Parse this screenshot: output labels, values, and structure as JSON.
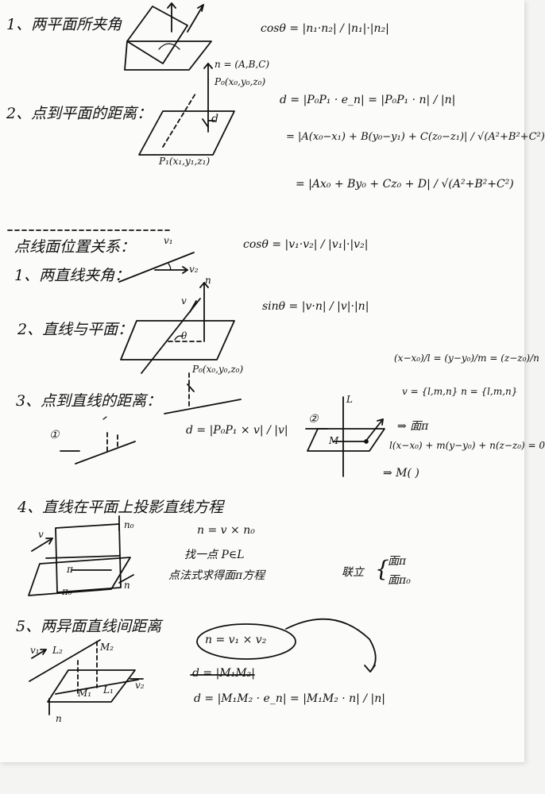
{
  "page": {
    "sections_top": [
      {
        "label": "1、两平面所夹角",
        "formula": "cosθ = |n₁·n₂| / |n₁|·|n₂|"
      },
      {
        "label": "2、点到平面的距离：",
        "point_P0": "P₀(x₀,y₀,z₀)",
        "point_P1": "P₁(x₁,y₁,z₁)",
        "normal_label": "n = (A,B,C)",
        "d_label": "d",
        "formula_line1": "d = |P₀P₁ · e_n| = |P₀P₁ · n| / |n|",
        "formula_line2": "= |A(x₀−x₁) + B(y₀−y₁) + C(z₀−z₁)| / √(A²+B²+C²)",
        "formula_line3": "= |Ax₀ + By₀ + Cz₀ + D| / √(A²+B²+C²)"
      }
    ],
    "divider_title": "点线面位置关系：",
    "sections_bottom": [
      {
        "label": "1、两直线夹角：",
        "vec1": "v₁",
        "vec2": "v₂",
        "formula": "cosθ = |v₁·v₂| / |v₁|·|v₂|"
      },
      {
        "label": "2、直线与平面：",
        "vec_v": "v",
        "vec_n": "n",
        "angle": "θ",
        "formula": "sinθ = |v·n| / |v|·|n|"
      },
      {
        "label": "3、点到直线的距离：",
        "line_eq": "(x−x₀)/l = (y−y₀)/m = (z−z₀)/n",
        "vectors": "v = {l,m,n}  n = {l,m,n}",
        "point": "P₀(x₀,y₀,z₀)",
        "method1_marker": "①",
        "method1_formula": "d = |P₀P₁ × v| / |v|",
        "method2_marker": "②",
        "method2_plane": "⇒ 面π",
        "method2_eq": "l(x−x₀) + m(y−y₀) + n(z−z₀) = 0",
        "method2_result": "⇒ M(     )",
        "L_label": "L",
        "M_label": "M"
      },
      {
        "label": "4、直线在平面上投影直线方程",
        "n_formula": "n = v × n₀",
        "step1": "找一点 P∈L",
        "step2": "点法式求得面π方程",
        "conclusion_prefix": "联立",
        "conclusion_1": "面π",
        "conclusion_2": "面π₀",
        "vec_v": "v",
        "vec_n0": "n₀",
        "vec_n": "n",
        "pi_label": "π",
        "pi0_label": "π₀"
      },
      {
        "label": "5、两异面直线间距离",
        "n_formula": "n = v₁ × v₂",
        "struck_formula": "d = |M₁M₂|",
        "formula": "d = |M₁M₂ · e_n| = |M₁M₂ · n| / |n|",
        "labels": {
          "v1": "v₁",
          "v2": "v₂",
          "L1": "L₁",
          "L2": "L₂",
          "M1": "M₁",
          "M2": "M₂",
          "n": "n"
        }
      }
    ]
  }
}
